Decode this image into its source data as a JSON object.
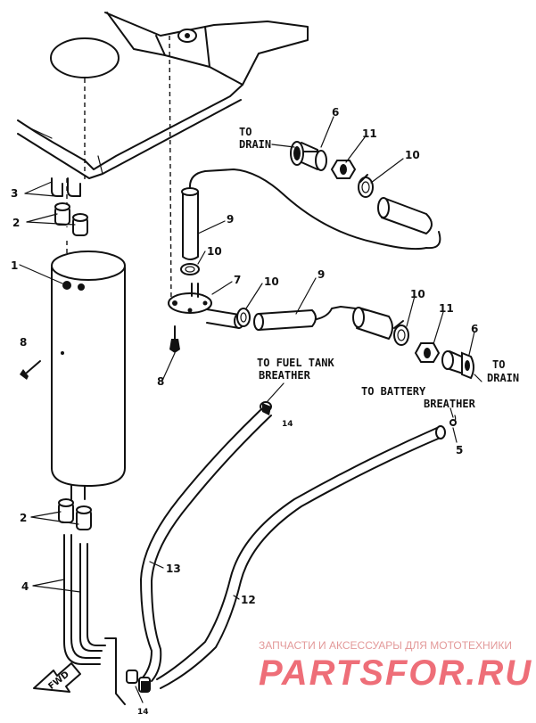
{
  "labels": {
    "to_drain_left": [
      "TO",
      "DRAIN"
    ],
    "to_drain_right": [
      "TO",
      "DRAIN"
    ],
    "to_fuel_tank_breather": [
      "TO FUEL TANK",
      "BREATHER"
    ],
    "to_battery_breather": [
      "TO BATTERY",
      "BREATHER"
    ],
    "fwd": "FWD"
  },
  "callouts": {
    "c1": "1",
    "c2a": "2",
    "c2b": "2",
    "c3": "3",
    "c4": "4",
    "c5": "5",
    "c6a": "6",
    "c6b": "6",
    "c7": "7",
    "c8a": "8",
    "c8b": "8",
    "c9a": "9",
    "c9b": "9",
    "c10a": "10",
    "c10b": "10",
    "c10c": "10",
    "c10d": "10",
    "c11a": "11",
    "c11b": "11",
    "c12": "12",
    "c13": "13",
    "c14a": "14",
    "c14b": "14"
  },
  "watermark": {
    "tagline": "ЗАПЧАСТИ И АКСЕССУАРЫ ДЛЯ МОТОТЕХНИКИ",
    "brand": "PARTSFOR.RU"
  },
  "colors": {
    "line": "#111111",
    "watermark": "#ee6e78"
  }
}
